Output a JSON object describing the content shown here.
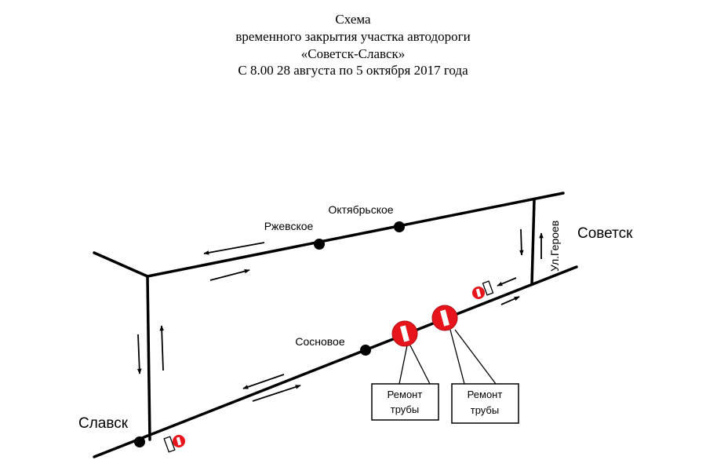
{
  "title": {
    "line1": "Схема",
    "line2": "временного закрытия участка автодороги",
    "line3": "«Советск-Славск»",
    "line4": "С 8.00 28 августа по 5 октября 2017 года"
  },
  "places": {
    "rzhevskoe": "Ржевское",
    "oktyabrskoe": "Октябрьское",
    "sosnovoe": "Сосновое",
    "sovetsk": "Советск",
    "slavsk": "Славск",
    "street": "Ул.Героев"
  },
  "callouts": {
    "left": {
      "line1": "Ремонт",
      "line2": "трубы"
    },
    "right": {
      "line1": "Ремонт",
      "line2": "трубы"
    }
  },
  "colors": {
    "sign_red": "#e8141b",
    "line": "#000000"
  },
  "icons": {
    "closure_sign": "no-entry-sign-icon",
    "barrier": "road-barrier-icon",
    "arrow": "direction-arrow-icon"
  }
}
